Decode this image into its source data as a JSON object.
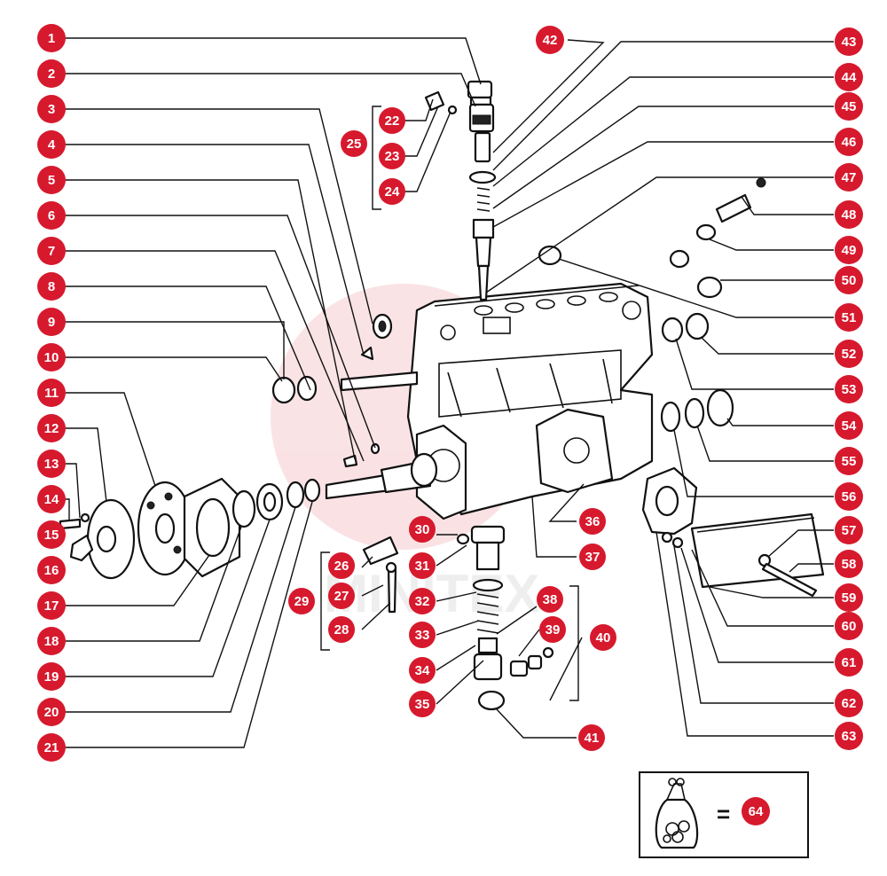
{
  "diagram": {
    "badge_color": "#d7192d",
    "watermark_text": "MINITEX",
    "legend_equals": "=",
    "legend_label": "64",
    "callouts": {
      "c1": "1",
      "c2": "2",
      "c3": "3",
      "c4": "4",
      "c5": "5",
      "c6": "6",
      "c7": "7",
      "c8": "8",
      "c9": "9",
      "c10": "10",
      "c11": "11",
      "c12": "12",
      "c13": "13",
      "c14": "14",
      "c15": "15",
      "c16": "16",
      "c17": "17",
      "c18": "18",
      "c19": "19",
      "c20": "20",
      "c21": "21",
      "c22": "22",
      "c23": "23",
      "c24": "24",
      "c25": "25",
      "c26": "26",
      "c27": "27",
      "c28": "28",
      "c29": "29",
      "c30": "30",
      "c31": "31",
      "c32": "32",
      "c33": "33",
      "c34": "34",
      "c35": "35",
      "c36": "36",
      "c37": "37",
      "c38": "38",
      "c39": "39",
      "c40": "40",
      "c41": "41",
      "c42": "42",
      "c43": "43",
      "c44": "44",
      "c45": "45",
      "c46": "46",
      "c47": "47",
      "c48": "48",
      "c49": "49",
      "c50": "50",
      "c51": "51",
      "c52": "52",
      "c53": "53",
      "c54": "54",
      "c55": "55",
      "c56": "56",
      "c57": "57",
      "c58": "58",
      "c59": "59",
      "c60": "60",
      "c61": "61",
      "c62": "62",
      "c63": "63"
    }
  }
}
